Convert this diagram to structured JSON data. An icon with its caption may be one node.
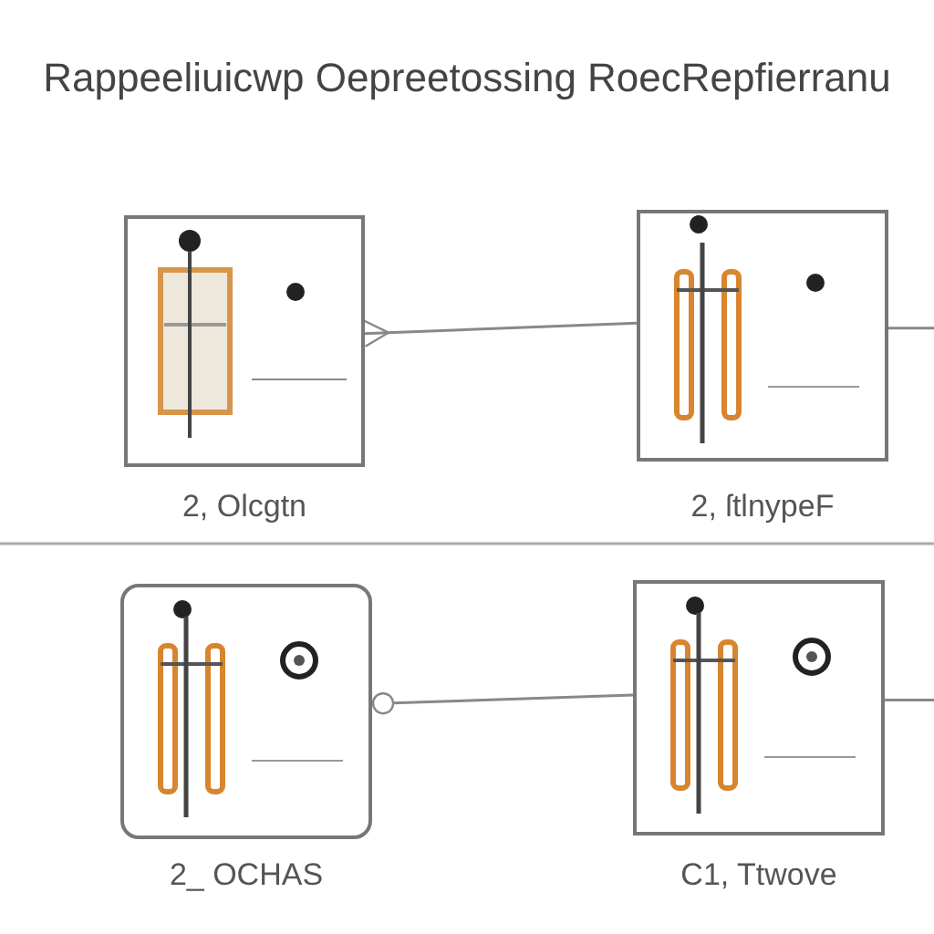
{
  "diagram": {
    "title": "Rappeeliuicwp Oepreetossing RoecRepfierranu",
    "nodes": [
      {
        "text": [],
        "shape": "box",
        "beside": [
          "2, Olcgtn"
        ]
      },
      {
        "text": [],
        "shape": "box",
        "beside": [
          "2, ſtlnypeF"
        ]
      },
      {
        "text": [],
        "shape": "box",
        "beside": [
          "2_ OCHAS"
        ]
      },
      {
        "text": [],
        "shape": "box",
        "beside": [
          "C1, Ttwove"
        ]
      }
    ],
    "edges": [
      {
        "from": 0,
        "to": 1,
        "arrow": "other"
      },
      {
        "from": 1,
        "to": null,
        "arrow": "none"
      },
      {
        "from": 2,
        "to": 3,
        "arrow": "other"
      },
      {
        "from": 3,
        "to": null,
        "arrow": "none"
      }
    ]
  }
}
